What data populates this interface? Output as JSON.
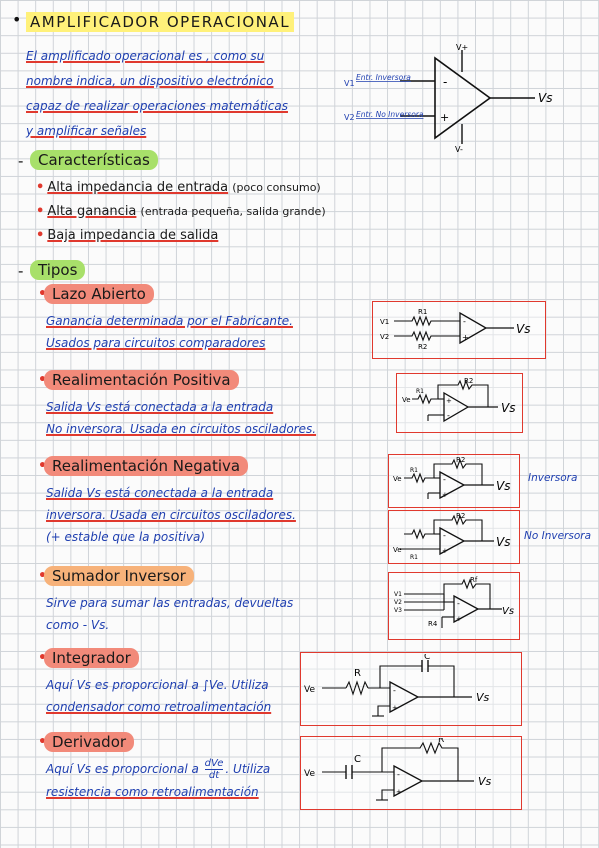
{
  "title": "AMPLIFICADOR OPERACIONAL",
  "intro": {
    "line1": "El amplificado operacional es , como su",
    "line2": "nombre indica, un dispositivo electrónico",
    "line3": "capaz de realizar operaciones matemáticas",
    "line4": "y amplificar señales"
  },
  "main_diagram": {
    "v_plus": "V+",
    "v_minus": "V-",
    "in1": "V1",
    "in2": "V2",
    "inv_label": "Entr. Inversora",
    "noninv_label": "Entr. No Inversora",
    "out": "Vs",
    "minus": "-",
    "plus": "+"
  },
  "caracteristicas": {
    "heading": "Características",
    "items": [
      {
        "main": "Alta impedancia de entrada",
        "note": "(poco consumo)"
      },
      {
        "main": "Alta ganancia",
        "note": "(entrada pequeña, salida grande)"
      },
      {
        "main": "Baja impedancia de salida",
        "note": ""
      }
    ]
  },
  "tipos": {
    "heading": "Tipos",
    "lazo_abierto": {
      "label": "Lazo Abierto",
      "line1": "Ganancia determinada por el Fabricante.",
      "line2": "Usados para circuitos comparadores",
      "r1": "R1",
      "r2": "R2",
      "v1": "V1",
      "v2": "V2",
      "vs": "Vs"
    },
    "realim_positiva": {
      "label": "Realimentación Positiva",
      "line1": "Salida Vs está conectada a la entrada",
      "line2": "No inversora. Usada en circuitos osciladores.",
      "r1": "R1",
      "r2": "R2",
      "ve": "Ve",
      "vs": "Vs"
    },
    "realim_negativa": {
      "label": "Realimentación Negativa",
      "line1": "Salida Vs está conectada a la entrada",
      "line2": "inversora. Usada en circuitos osciladores.",
      "line3": "(+ estable que la positiva)",
      "inv_label": "Inversora",
      "noninv_label": "No Inversora",
      "r1": "R1",
      "r2": "R2",
      "ve": "Ve",
      "vs": "Vs"
    },
    "sumador": {
      "label": "Sumador Inversor",
      "line1": "Sirve para sumar las entradas, devueltas",
      "line2": "como - Vs.",
      "rf": "Rf",
      "r4": "R4",
      "v1": "V1",
      "v2": "V2",
      "v3": "V3",
      "vs": "Vs"
    },
    "integrador": {
      "label": "Integrador",
      "line1": "Aquí Vs es proporcional a ∫Ve. Utiliza",
      "line2": "condensador como retroalimentación",
      "r": "R",
      "c": "C",
      "ve": "Ve",
      "vs": "Vs"
    },
    "derivador": {
      "label": "Derivador",
      "line1_pre": "Aquí Vs es proporcional a",
      "frac_num": "dVe",
      "frac_den": "dt",
      "line1_post": ". Utiliza",
      "line2": "resistencia como retroalimentación",
      "r": "R",
      "c": "C",
      "ve": "Ve",
      "vs": "Vs"
    }
  }
}
